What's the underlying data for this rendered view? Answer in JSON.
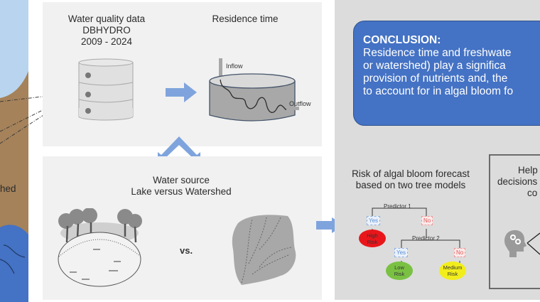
{
  "panels": {
    "data": {
      "title_lines": [
        "Water quality data",
        "DBHYDRO",
        "2009 - 2024"
      ],
      "residence_title": "Residence time",
      "inflow_label": "Inflow",
      "outflow_label": "Outflow"
    },
    "source": {
      "title_lines": [
        "Water source",
        "Lake versus Watershed"
      ],
      "vs_label": "vs."
    },
    "left_strip": {
      "partial_label": "hed"
    }
  },
  "conclusion": {
    "heading": "CONCLUSION:",
    "lines": [
      "Residence time and freshwate",
      "or watershed) play a significa",
      "provision of nutrients and, the",
      "to account for in algal bloom fo"
    ]
  },
  "forecast": {
    "title_lines": [
      "Risk of algal bloom forecast",
      "based on two tree models"
    ],
    "predictor1": "Predictor 1",
    "predictor2": "Predictor 2",
    "yes_label": "Yes",
    "no_label": "No",
    "leaves": {
      "high": {
        "line1": "High",
        "line2": "Risk",
        "color": "#e8161b"
      },
      "low": {
        "line1": "Low",
        "line2": "Risk",
        "color": "#7ac143"
      },
      "medium": {
        "line1": "Medium",
        "line2": "Risk",
        "color": "#f2ee1c"
      }
    }
  },
  "help_box": {
    "lines": [
      "Help",
      "decisions",
      "co"
    ]
  },
  "colors": {
    "accent_blue": "#4472c4",
    "arrow_blue": "#7fa4dd",
    "soil_brown": "#a5825a",
    "sky_blue": "#b9d4ee",
    "water_blue": "#4472c4"
  }
}
